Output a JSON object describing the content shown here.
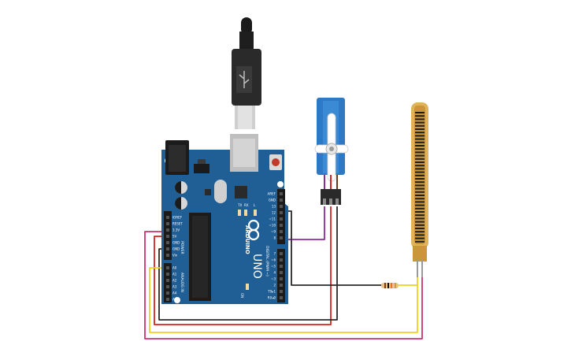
{
  "board": {
    "brand": "ARDUINO",
    "model": "UNO",
    "on_label": "ON",
    "tx_label": "TX",
    "rx_label": "RX",
    "l_label": "L",
    "power_header": "POWER",
    "analog_header": "ANALOG IN",
    "digital_header": "DIGITAL (PWM ~)",
    "power_pins": [
      "IOREF",
      "RESET",
      "3.3V",
      "5V",
      "GND",
      "GND",
      "Vin"
    ],
    "analog_pins": [
      "A0",
      "A1",
      "A2",
      "A3",
      "A4",
      "A5"
    ],
    "digital_pins": [
      "AREF",
      "GND",
      "13",
      "12",
      "~11",
      "~10",
      "~9",
      "8",
      "7",
      "~6",
      "~5",
      "4",
      "~3",
      "2",
      "TX▸1",
      "RX◂0"
    ]
  },
  "components": [
    "usb-cable",
    "arduino-uno",
    "micro-servo",
    "flex-sensor",
    "resistor"
  ],
  "wire_colors": {
    "purple": "#8b2c9c",
    "red": "#d9201f",
    "black": "#2a2a2a",
    "yellow": "#f0d020",
    "magenta": "#c8336f",
    "board": "#1f5f96",
    "flex": "#e0b25a"
  }
}
